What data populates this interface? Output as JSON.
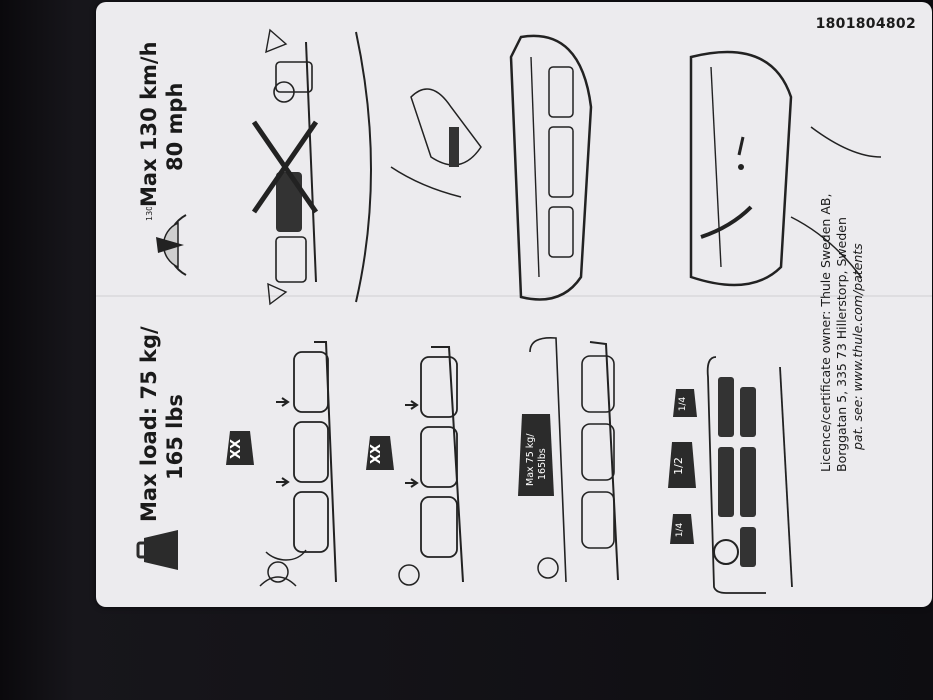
{
  "document": {
    "code": "1801804802",
    "load_line1": "Max load: 75 kg/",
    "load_line2": "165 lbs",
    "speed_line1": "Max 130 km/h",
    "speed_line2": "80 mph",
    "license_line1": "Licence/certificate owner: Thule Sweden AB,",
    "license_line2": "Borggatan 5, 335 73 Hillerstorp, Sweden",
    "license_line3": "pat. see: www.thule.com/patents",
    "badge_xx": "XX",
    "badge_max_line1": "Max 75 kg/",
    "badge_max_line2": "165lbs",
    "frac_quarter": "1/4",
    "frac_half": "1/2",
    "gauge_tick": "130"
  }
}
